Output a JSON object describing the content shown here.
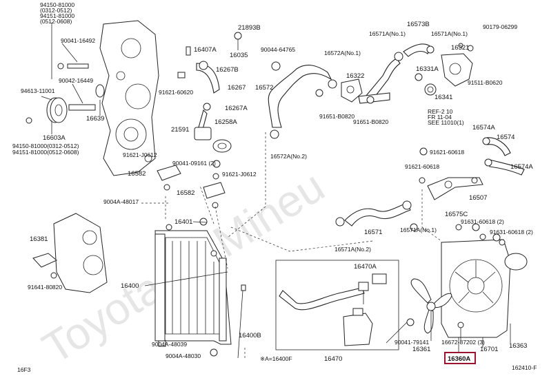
{
  "watermark": "ToyotaCarMineu",
  "labels": {
    "p94150_1": "94150-81000",
    "p94150_2": "(0312-0512)",
    "p94151_1": "94151-81000",
    "p94151_2": "(0512-0608)",
    "p90041": "90041-16492",
    "p90042": "90042-16449",
    "p94613": "94613-11001",
    "p16603A": "16603A",
    "p16639": "16639",
    "p94150b": "94150-81000(0312-0512)",
    "p94151b": "94151-81000(0512-0608)",
    "p21893B": "21893B",
    "p16407A": "16407A",
    "p16035": "16035",
    "p16267B": "16267B",
    "p91621a": "91621-60620",
    "p16267": "16267",
    "p16267A": "16267A",
    "p21591": "21591",
    "p16258A": "16258A",
    "p91621b": "91621-J0612",
    "p90041b": "90041-09161 (2)",
    "p16582a": "16582",
    "p91621c": "91621-J0612",
    "p16582b": "16582",
    "p9004A": "9004A-48017",
    "p16401": "16401",
    "p16381": "16381",
    "p91641": "91641-80820",
    "p16400": "16400",
    "p9004A_48039": "9004A-48039",
    "p9004A_48030": "9004A-48030",
    "p16400B": "16400B",
    "p16F3": "16F3",
    "p90044": "90044-64765",
    "p16572": "16572",
    "p16572A1": "16572A(No.1)",
    "p16322": "16322",
    "p91651a": "91651-B0820",
    "p91651b": "91651-B0820",
    "p16572A2": "16572A(No.2)",
    "p16571A1": "16571A(No.1)",
    "p16573B": "16573B",
    "p16571A1b": "16571A(No.1)",
    "p90179": "90179-06299",
    "p16321": "16321",
    "p16331A": "16331A",
    "p91511": "91511-B0620",
    "p16341": "16341",
    "p16574A": "16574A",
    "p16574": "16574",
    "p16574A2": "16574A",
    "p91621d": "91621-60618",
    "p91621e": "91621-60618",
    "p16507": "16507",
    "p16571": "16571",
    "p16571A1c": "16571A(No.1)",
    "p16571A2": "16571A(No.2)",
    "p16575C": "16575C",
    "p91631a": "91631-60618 (2)",
    "p91631b": "91631-60618 (2)",
    "p16470A": "16470A",
    "p16470": "16470",
    "p16400F": "※A=16400F",
    "p90041c": "90041-79141",
    "p16361": "16361",
    "p16672": "16672-87202 (3)",
    "p16701": "16701",
    "p16363": "16363",
    "p16360A": "16360A",
    "p162410": "162410-F",
    "ref": "REF-2 10\nFR 11-04\nSEE 11010(1)"
  },
  "highlight_color": "#9b1230"
}
